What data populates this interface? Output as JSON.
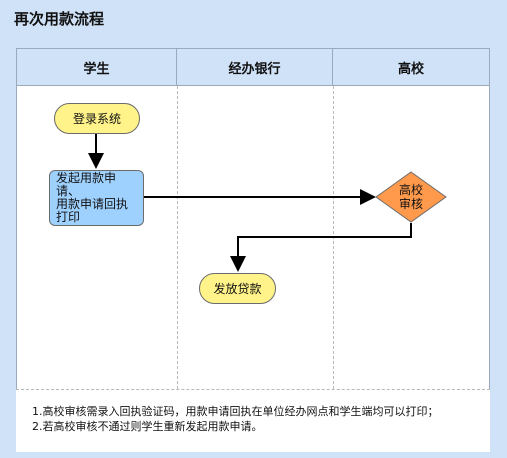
{
  "title": "再次用款流程",
  "lanes": [
    "学生",
    "经办银行",
    "高校"
  ],
  "nodes": {
    "login": "登录系统",
    "apply": "发起用款申请、\n用款申请回执\n打印",
    "review": "高校\n审核",
    "disburse": "发放贷款"
  },
  "notes": [
    "1.高校审核需录入回执验证码，用款申请回执在单位经办网点和学生端均可以打印；",
    "2.若高校审核不通过则学生重新发起用款申请。"
  ],
  "colors": {
    "terminal": "#fff38a",
    "process": "#9fd1ff",
    "decision": "#ff9a4d",
    "header": "#cfe2f7"
  }
}
